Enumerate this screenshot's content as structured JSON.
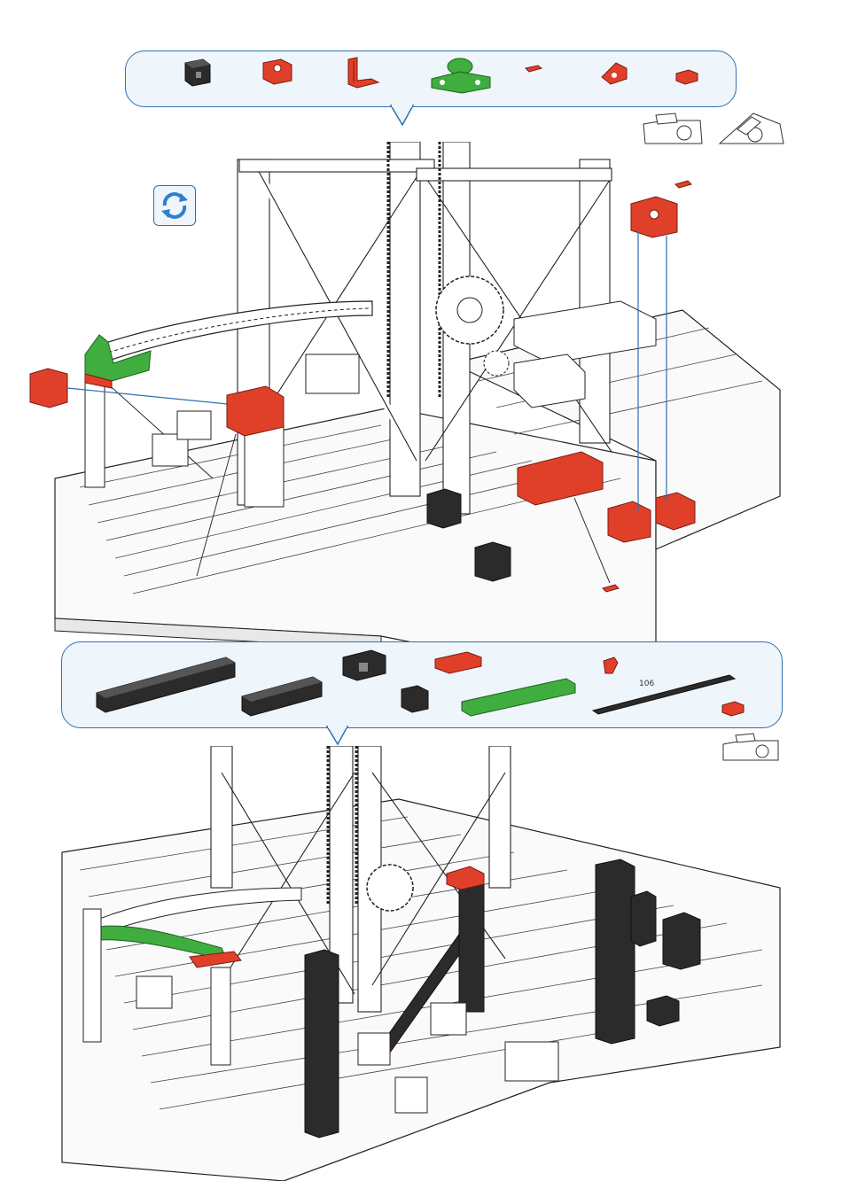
{
  "steps": [
    {
      "parts_panel": {
        "parts": [
          {
            "name": "black-building-block",
            "color": "#2b2b2b"
          },
          {
            "name": "red-building-block-with-bore",
            "color": "#e0402a"
          },
          {
            "name": "red-angle-block",
            "color": "#e0402a"
          },
          {
            "name": "green-hinge-part",
            "color": "#3fae3f"
          },
          {
            "name": "red-small-clip",
            "color": "#e0402a"
          },
          {
            "name": "red-angular-block-30",
            "color": "#e0402a"
          },
          {
            "name": "red-building-block-5",
            "color": "#e0402a"
          }
        ]
      },
      "action_icon": "rotate-icon"
    },
    {
      "parts_panel": {
        "parts": [
          {
            "name": "black-long-strut",
            "color": "#2b2b2b"
          },
          {
            "name": "black-short-strut",
            "color": "#2b2b2b"
          },
          {
            "name": "black-angle-block",
            "color": "#2b2b2b"
          },
          {
            "name": "black-small-block",
            "color": "#2b2b2b"
          },
          {
            "name": "red-flat-plate",
            "color": "#e0402a"
          },
          {
            "name": "green-track-segment",
            "color": "#3fae3f"
          },
          {
            "name": "red-small-connector",
            "color": "#e0402a"
          },
          {
            "name": "black-rod",
            "color": "#2b2b2b",
            "label": "106"
          },
          {
            "name": "red-building-block-5b",
            "color": "#e0402a"
          }
        ]
      }
    }
  ]
}
